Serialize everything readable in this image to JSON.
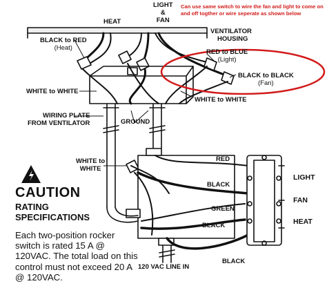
{
  "note": "Can use same switch to wire the fan and light to come on and off togther or wire seperate as shown below",
  "labels": {
    "heat_top": "HEAT",
    "light_fan_line1": "LIGHT",
    "light_fan_line2": "&",
    "light_fan_line3": "FAN",
    "ventilator_line1": "VENTILATOR",
    "ventilator_line2": "HOUSING",
    "black_red_line1": "BLACK to RED",
    "black_red_line2": "(Heat)",
    "red_blue_line1": "RED to BLUE",
    "red_blue_line2": "(Light)",
    "black_black_line1": "BLACK to BLACK",
    "black_black_line2": "(Fan)",
    "white_white_left": "WHITE to WHITE",
    "white_white_right": "WHITE to WHITE",
    "ground": "GROUND",
    "wiring_plate_line1": "WIRING PLATE",
    "wiring_plate_line2": "FROM VENTILATOR",
    "white_white_box_line1": "WHITE to",
    "white_white_box_line2": "WHITE",
    "wire_red": "RED",
    "wire_black_1": "BLACK",
    "wire_green": "GREEN",
    "wire_black_2": "BLACK",
    "wire_black_3": "BLACK",
    "line_in": "120 VAC LINE IN",
    "switch_light": "LIGHT",
    "switch_fan": "FAN",
    "switch_heat": "HEAT"
  },
  "caution": {
    "title": "CAUTION",
    "rating_line1": "RATING",
    "rating_line2": "SPECIFICATIONS",
    "text": "Each two-position rocker switch is rated 15 A @ 120VAC. The total load on this control must not exceed 20 A @ 120VAC."
  }
}
